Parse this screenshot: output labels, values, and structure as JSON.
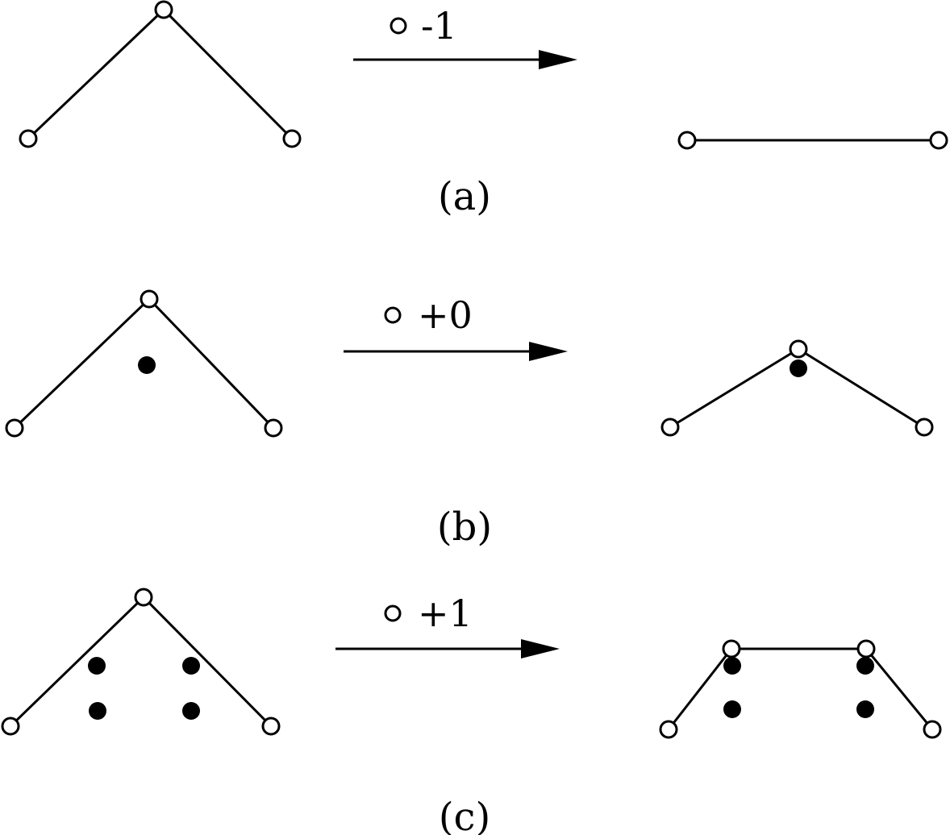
{
  "panels": [
    {
      "caption": "(a)",
      "arrow_label": "-1"
    },
    {
      "caption": "(b)",
      "arrow_label": "+0"
    },
    {
      "caption": "(c)",
      "arrow_label": "+1"
    }
  ],
  "colors": {
    "stroke": "#000000",
    "background": "#ffffff"
  }
}
